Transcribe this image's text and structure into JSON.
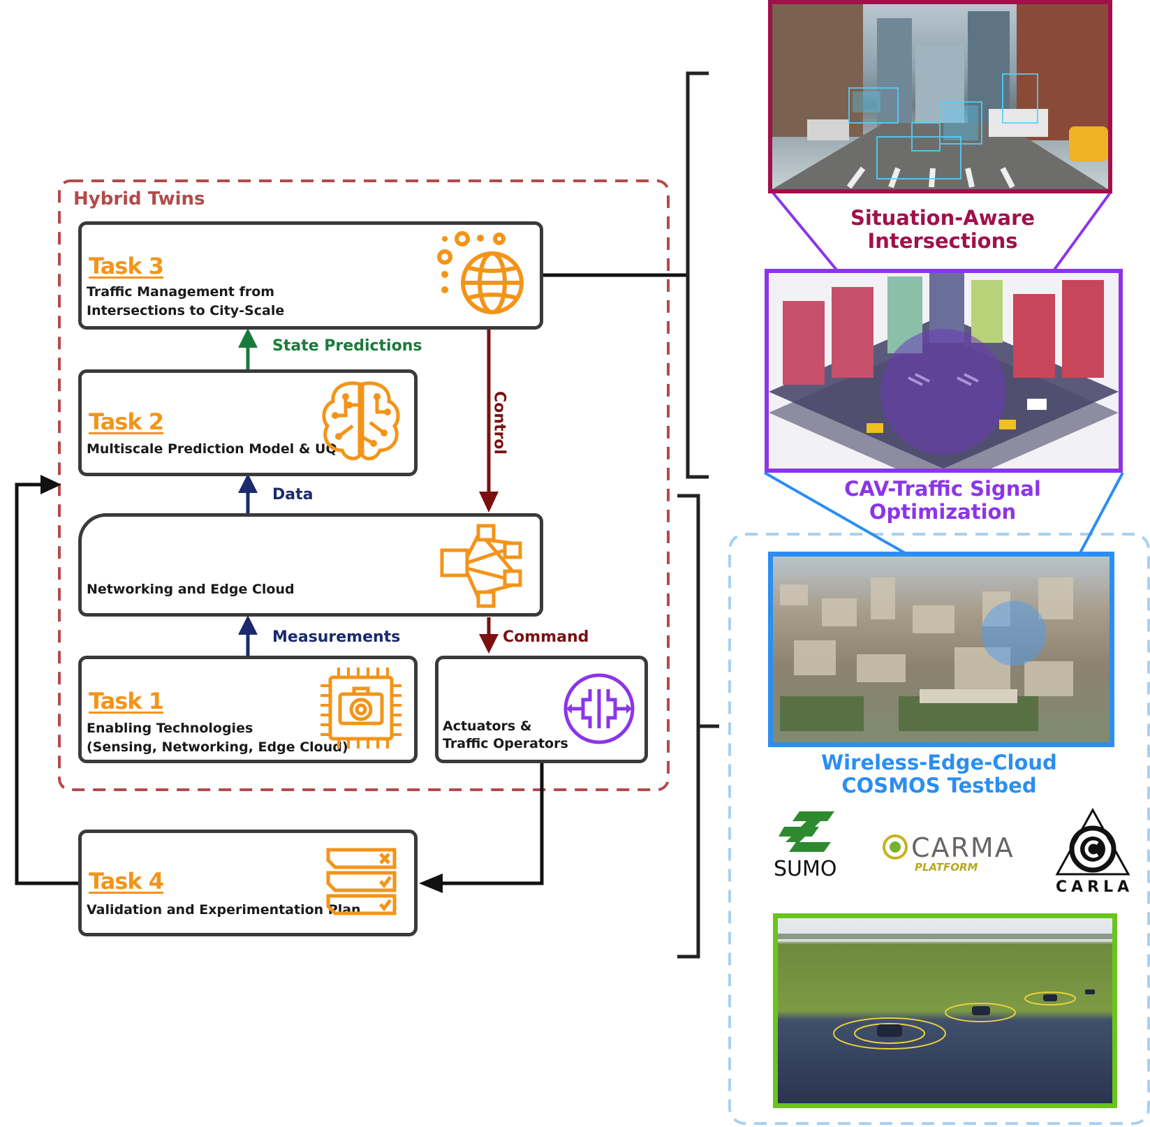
{
  "hybrid_twins": {
    "label": "Hybrid Twins"
  },
  "tasks": {
    "task3": {
      "title": "Task 3",
      "desc_line1": "Traffic Management from",
      "desc_line2": "Intersections to City-Scale"
    },
    "task2": {
      "title": "Task 2",
      "desc_line1": "Multiscale Prediction Model & UQ"
    },
    "networking": {
      "desc_line1": "Networking and Edge Cloud"
    },
    "task1": {
      "title": "Task 1",
      "desc_line1": "Enabling Technologies",
      "desc_line2": "(Sensing, Networking, Edge Cloud)"
    },
    "actuators": {
      "desc_line1": "Actuators &",
      "desc_line2": "Traffic Operators"
    },
    "task4": {
      "title": "Task 4",
      "desc_line1": "Validation and Experimentation Plan"
    }
  },
  "flows": {
    "state_predictions": "State Predictions",
    "data": "Data",
    "measurements": "Measurements",
    "control": "Control",
    "command": "Command"
  },
  "panels": {
    "situation_aware": {
      "line1": "Situation-Aware",
      "line2": "Intersections"
    },
    "cav_signal": {
      "line1": "CAV-Traffic Signal",
      "line2": "Optimization"
    },
    "cosmos": {
      "line1": "Wireless-Edge-Cloud",
      "line2": "COSMOS Testbed"
    }
  },
  "logos": {
    "sumo": "SUMO",
    "carma": "CARMA",
    "carma_sub": "PLATFORM",
    "carla": "CARLA"
  },
  "colors": {
    "orange": "#f39419",
    "dark_border": "#3a3a3a",
    "hybrid_red": "#b24a4a",
    "green_arrow": "#1a7a3c",
    "navy_arrow": "#1a2a6c",
    "maroon_arrow": "#7a1010",
    "purple": "#8b35e8",
    "magenta": "#a0104a",
    "blue": "#2b8ef0",
    "light_blue_dash": "#a8d0f0",
    "green_border": "#6ac41e"
  }
}
